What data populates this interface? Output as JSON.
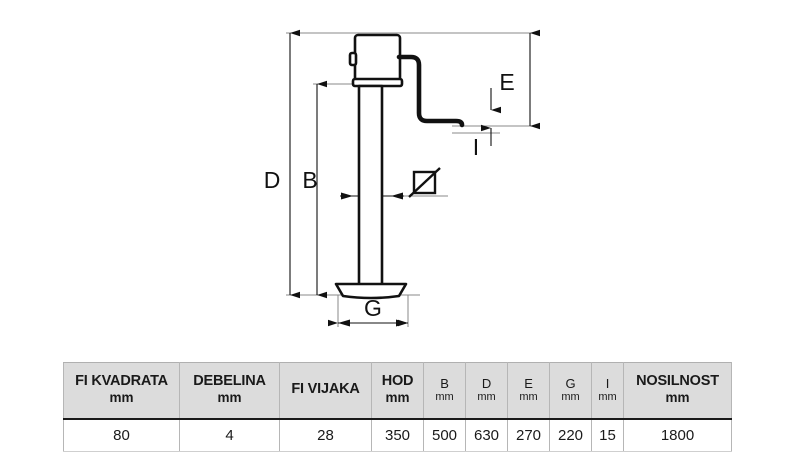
{
  "drawing": {
    "title": "trailer-jack-stand-dimension-drawing",
    "labels": {
      "D": "D",
      "B": "B",
      "E": "E",
      "I": "I",
      "G": "G",
      "diameter_symbol": "⌀"
    },
    "description": "Technical side-view drawing of a square-tube trailer jack stand with top crank handle and round foot plate, annotated with dimensions D, B, E, I, G and a square-section diameter symbol."
  },
  "table": {
    "columns": [
      {
        "key": "fi_kvadrata",
        "main": "FI KVADRATA",
        "unit": "mm",
        "style": "wide"
      },
      {
        "key": "debelina",
        "main": "DEBELINA",
        "unit": "mm",
        "style": "wide"
      },
      {
        "key": "fi_vijaka",
        "main": "FI VIJAKA",
        "unit": "",
        "style": "wide"
      },
      {
        "key": "hod",
        "main": "HOD",
        "unit": "mm",
        "style": "wide"
      },
      {
        "key": "B",
        "main": "B",
        "unit": "mm",
        "style": "narrow"
      },
      {
        "key": "D",
        "main": "D",
        "unit": "mm",
        "style": "narrow"
      },
      {
        "key": "E",
        "main": "E",
        "unit": "mm",
        "style": "narrow"
      },
      {
        "key": "G",
        "main": "G",
        "unit": "mm",
        "style": "narrow"
      },
      {
        "key": "I",
        "main": "I",
        "unit": "mm",
        "style": "narrow"
      },
      {
        "key": "nosilnost",
        "main": "NOSILNOST",
        "unit": "mm",
        "style": "wide"
      }
    ],
    "rows": [
      {
        "fi_kvadrata": "80",
        "debelina": "4",
        "fi_vijaka": "28",
        "hod": "350",
        "B": "500",
        "D": "630",
        "E": "270",
        "G": "220",
        "I": "15",
        "nosilnost": "1800"
      }
    ]
  },
  "colors": {
    "header_bg": "#dcdcdc",
    "line": "#111111",
    "grid": "#b6b6b6"
  }
}
